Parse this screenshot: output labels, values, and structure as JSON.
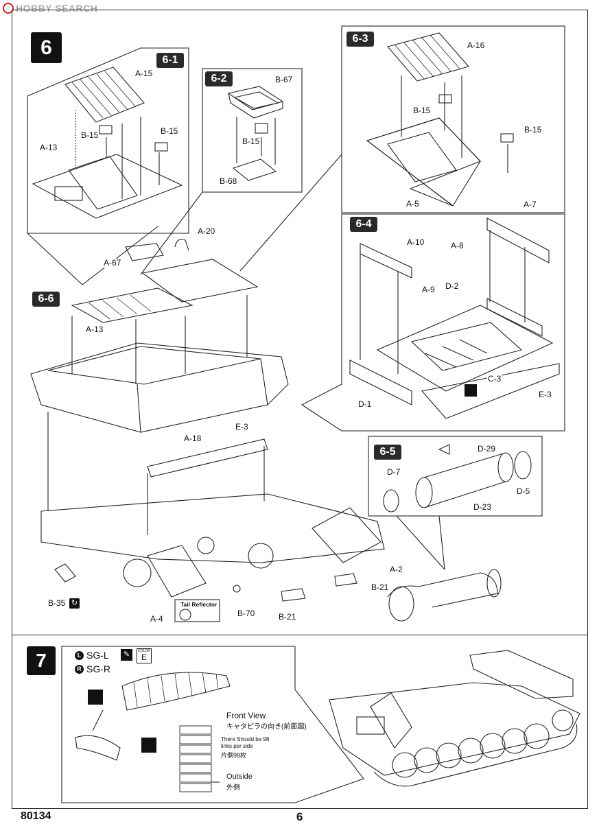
{
  "header": {
    "logo_text": "HOBBY SEARCH"
  },
  "footer": {
    "kit_number": "80134",
    "page_number": "6"
  },
  "step6": {
    "number": "6",
    "substeps": {
      "s1": "6-1",
      "s2": "6-2",
      "s3": "6-3",
      "s4": "6-4",
      "s5": "6-5",
      "s6": "6-6"
    },
    "labels": {
      "a15": "A-15",
      "b15a": "B-15",
      "b15b": "B-15",
      "a13a": "A-13",
      "b67": "B-67",
      "b15c": "B-15",
      "b68": "B-68",
      "a16": "A-16",
      "b15d": "B-15",
      "b15e": "B-15",
      "a5": "A-5",
      "a7": "A-7",
      "a10": "A-10",
      "a8": "A-8",
      "a9": "A-9",
      "d2": "D-2",
      "c3": "C-3",
      "d1": "D-1",
      "e3b": "E-3",
      "a20": "A-20",
      "a67": "A-67",
      "a13b": "A-13",
      "e3a": "E-3",
      "a18": "A-18",
      "d29": "D-29",
      "d7": "D-7",
      "d5": "D-5",
      "d23": "D-23",
      "a2": "A-2",
      "b21a": "B-21",
      "b21b": "B-21",
      "b35": "B-35",
      "a4": "A-4",
      "b70": "B-70",
      "tail_reflector": "Tail Reflector"
    }
  },
  "step7": {
    "number": "7",
    "left_mark": "L",
    "right_mark": "R",
    "sg_l": "SG-L",
    "sg_r": "SG-R",
    "color_label": "COLOR",
    "color_code": "E",
    "front_view": "Front View",
    "front_view_jp": "キャタピラの向き(前面図)",
    "note_line1": "There Should be 98",
    "note_line2": "links per side",
    "note_jp": "片側98枚",
    "outside": "Outside",
    "outside_jp": "外側"
  }
}
